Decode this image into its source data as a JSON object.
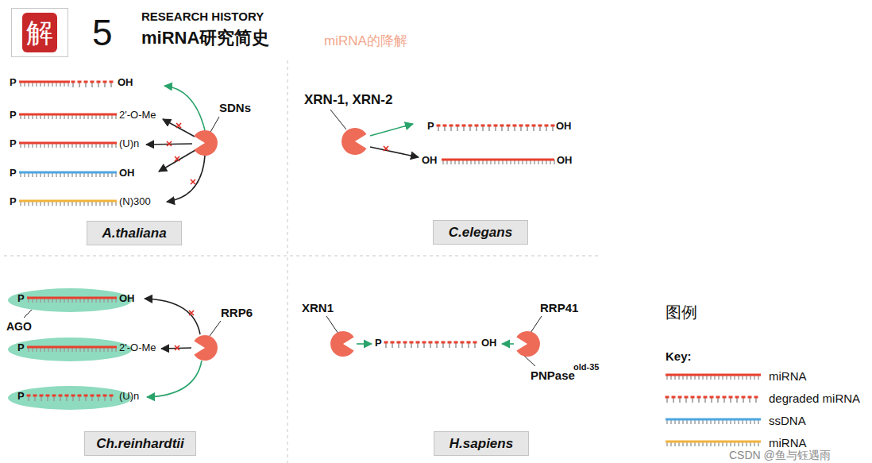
{
  "diagram": {
    "title": "miRNA研究简史",
    "nodes": [
      {
        "text": [
          "解"
        ]
      },
      {
        "text": [
          "A.thaliana"
        ]
      },
      {
        "text": [
          "C.elegans"
        ]
      },
      {
        "text": [
          "Ch.reinhardtii"
        ]
      },
      {
        "text": [
          "H.sapiens"
        ]
      }
    ],
    "labels": [
      "5",
      "RESEARCH HISTORY",
      "miRNA的降解",
      "P",
      "OH",
      "P",
      "2'-O-Me",
      "P",
      "(U)n",
      "P",
      "OH",
      "P",
      "(N)300",
      "SDNs",
      "XRN-1, XRN-2",
      "P",
      "OH",
      "OH",
      "OH",
      "P",
      "OH",
      "P",
      "2'-O-Me",
      "P",
      "(U)n",
      "AGO",
      "RRP6",
      "XRN1",
      "P",
      "OH",
      "RRP41",
      "PNPase",
      "old-35",
      "图例",
      "Key:",
      "CSDN @鱼与钰遇雨"
    ],
    "legend": [
      {
        "text": "miRNA",
        "color": "#e8402f"
      },
      {
        "text": "degraded miRNA"
      },
      {
        "text": "ssDNA",
        "color": "#4da6e0"
      },
      {
        "text": "miRNA",
        "color": "#f2b33d"
      }
    ]
  }
}
